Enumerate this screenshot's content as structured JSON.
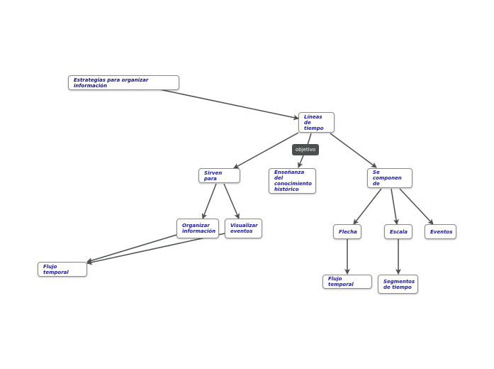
{
  "colors": {
    "node_text": "#1a1aa6",
    "node_border": "#8a8a8a",
    "edge": "#4a4f4f",
    "label_bg": "#4a4f4f",
    "label_text": "#ffffff"
  },
  "nodes": {
    "root": "Estrategias para organizar información",
    "lineas": "Líneas de\ntiempo",
    "sirven": "Sirven para",
    "ensenanza": "Enseñanza del\nconocimiento\nhistórico",
    "componen": "Se componen\nde",
    "organizar": "Organizar\ninformación",
    "visualizar": "Visualizar\neventos",
    "flujo1": "Flujo temporal",
    "flecha": "Flecha",
    "escala": "Escala",
    "eventos": "Eventos",
    "flujo2": "Flujo temporal",
    "segmentos": "Segmentos\nde tiempo"
  },
  "link_labels": {
    "objetivo": "objetivo"
  },
  "edges": [
    {
      "from": "root",
      "to": "lineas"
    },
    {
      "from": "lineas",
      "to": "sirven"
    },
    {
      "from": "lineas",
      "to": "ensenanza",
      "label": "objetivo"
    },
    {
      "from": "lineas",
      "to": "componen"
    },
    {
      "from": "sirven",
      "to": "organizar"
    },
    {
      "from": "sirven",
      "to": "visualizar"
    },
    {
      "from": "organizar",
      "to": "flujo1"
    },
    {
      "from": "visualizar",
      "to": "flujo1"
    },
    {
      "from": "componen",
      "to": "flecha"
    },
    {
      "from": "componen",
      "to": "escala"
    },
    {
      "from": "componen",
      "to": "eventos"
    },
    {
      "from": "flecha",
      "to": "flujo2"
    },
    {
      "from": "escala",
      "to": "segmentos"
    }
  ]
}
